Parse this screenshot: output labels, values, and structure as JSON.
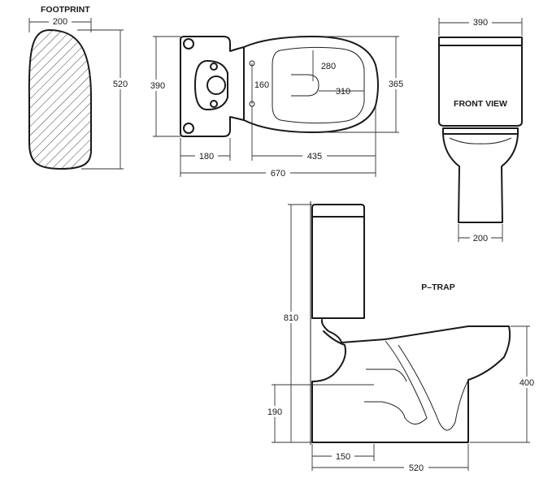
{
  "labels": {
    "footprint": "FOOTPRINT",
    "front_view": "FRONT VIEW",
    "p_trap": "P–TRAP"
  },
  "dimensions": {
    "footprint_width": "200",
    "footprint_length": "520",
    "plan_cistern_depth": "390",
    "plan_seat_length": "280",
    "plan_hole_spacing": "160",
    "plan_seat_width": "310",
    "plan_bowl_width": "365",
    "plan_wall_to_hole": "180",
    "plan_hole_to_front": "435",
    "plan_overall_length": "670",
    "front_cistern_width": "390",
    "front_pedestal_width": "200",
    "side_overall_height": "810",
    "side_bowl_height": "400",
    "side_outlet_height": "190",
    "side_wall_to_outlet": "150",
    "side_base_length": "520"
  }
}
